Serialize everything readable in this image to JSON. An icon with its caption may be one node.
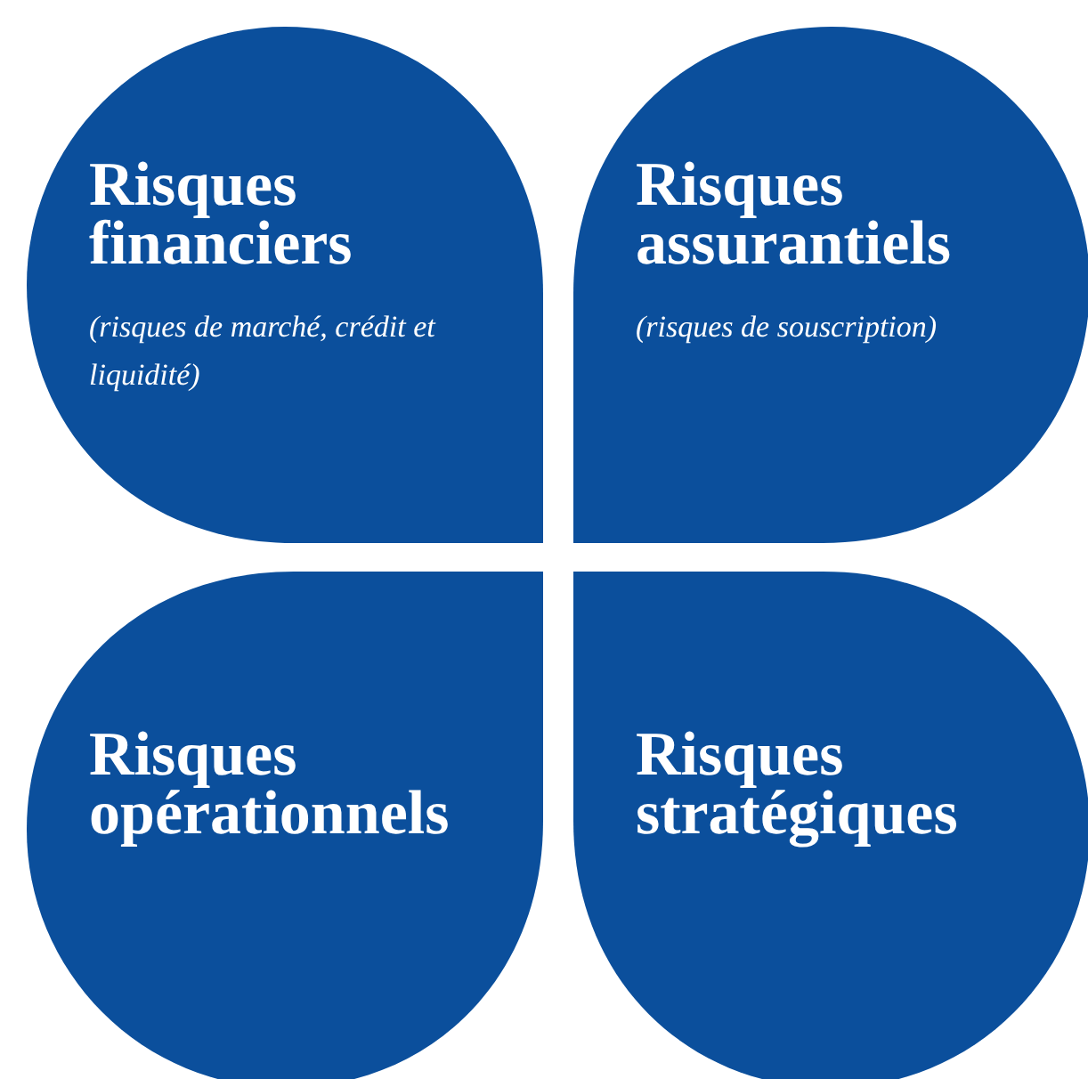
{
  "diagram": {
    "nodes": [
      {
        "text": [
          "Risques financiers",
          "(risques de marché, crédit et liquidité)"
        ]
      },
      {
        "text": [
          "Risques assurantiels",
          "(risques de souscription)"
        ]
      },
      {
        "text": [
          "Risques opérationnels"
        ]
      },
      {
        "text": [
          "Risques stratégiques"
        ]
      }
    ]
  }
}
